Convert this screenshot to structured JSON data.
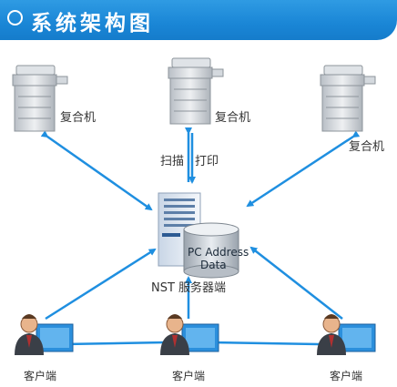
{
  "header": {
    "title": "系统架构图"
  },
  "nodes": {
    "mfp_left": {
      "label": "复合机"
    },
    "mfp_center": {
      "label": "复合机"
    },
    "mfp_right": {
      "label": "复合机"
    },
    "server": {
      "label": "NST 服务器端",
      "db_line1": "PC Address",
      "db_line2": "Data"
    },
    "client_left": {
      "label": "客户端"
    },
    "client_center": {
      "label": "客户端"
    },
    "client_right": {
      "label": "客户端"
    }
  },
  "edges": {
    "scan_label": "扫描",
    "print_label": "打印"
  },
  "colors": {
    "header": "#1a86d6",
    "arrow": "#1f8fe0",
    "server": "#dde7f3"
  }
}
